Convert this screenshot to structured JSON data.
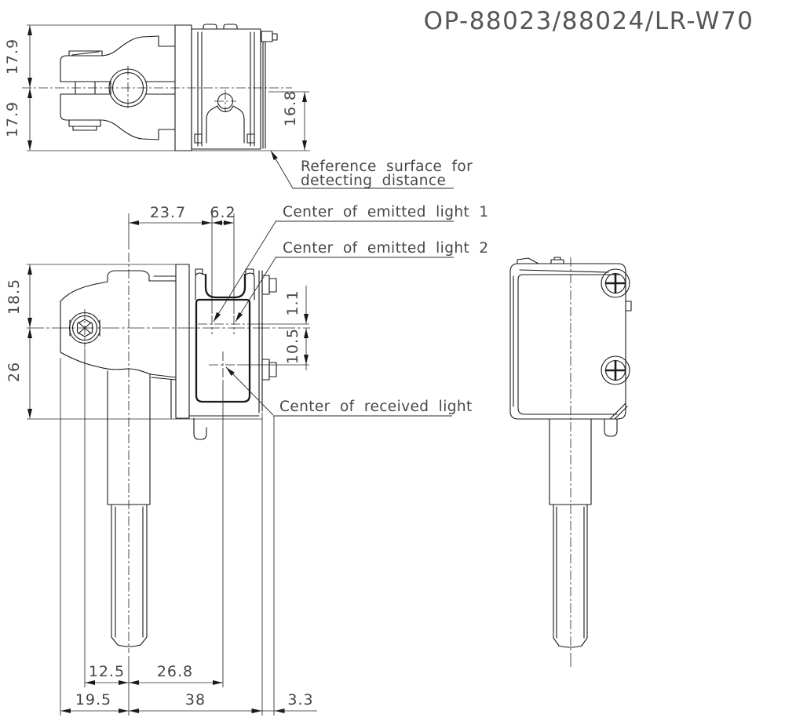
{
  "title": "OP-88023/88024/LR-W70",
  "drawing": {
    "background": "#ffffff",
    "line_color": "#1a1a1a",
    "text_color": "#474747"
  },
  "top_view": {
    "dim_upper_half": "17.9",
    "dim_lower_half": "17.9",
    "dim_sensor_height": "16.8"
  },
  "front_view": {
    "dim_emit_offset": "23.7",
    "dim_emit_gap": "6.2",
    "dim_upper_height": "18.5",
    "dim_lower_height": "26",
    "dim_emit_to_center": "1.1",
    "dim_center_to_receive": "10.5",
    "dim_bolt_to_rod": "12.5",
    "dim_rod_to_receive": "26.8",
    "dim_edge_to_rod": "19.5",
    "dim_rod_to_face": "38",
    "dim_face_offset": "3.3"
  },
  "callouts": {
    "reference_line1": "Reference surface for",
    "reference_line2": "detecting distance",
    "emitted1": "Center of emitted light 1",
    "emitted2": "Center of emitted light 2",
    "received": "Center of received light"
  }
}
